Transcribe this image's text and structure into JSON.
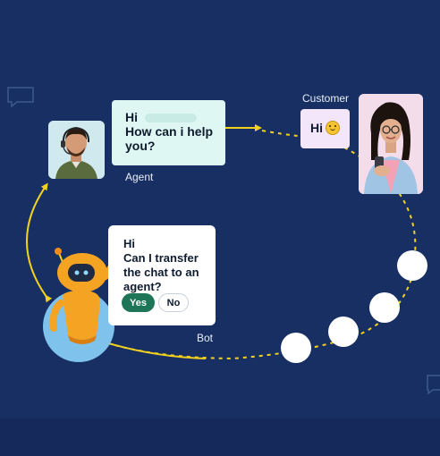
{
  "agent": {
    "greeting": "Hi",
    "message_lines": [
      "How can i help",
      "you?"
    ],
    "label": "Agent"
  },
  "customer": {
    "label": "Customer",
    "message": "Hi"
  },
  "bot": {
    "greeting": "Hi",
    "message_lines": [
      "Can I transfer",
      "the chat to an",
      "agent?"
    ],
    "yes_label": "Yes",
    "no_label": "No",
    "label": "Bot"
  },
  "icons": {
    "emoji": "smiling-face-icon",
    "chat": "chat-bubble-icon",
    "queue": "waiting-circle-icon"
  },
  "colors": {
    "background": "#172f63",
    "flow_line": "#f3d21f",
    "agent_bubble": "#dff7f2",
    "customer_bubble": "#f3e6fb",
    "yes_button": "#1e7557",
    "bot_body": "#f5a323"
  }
}
